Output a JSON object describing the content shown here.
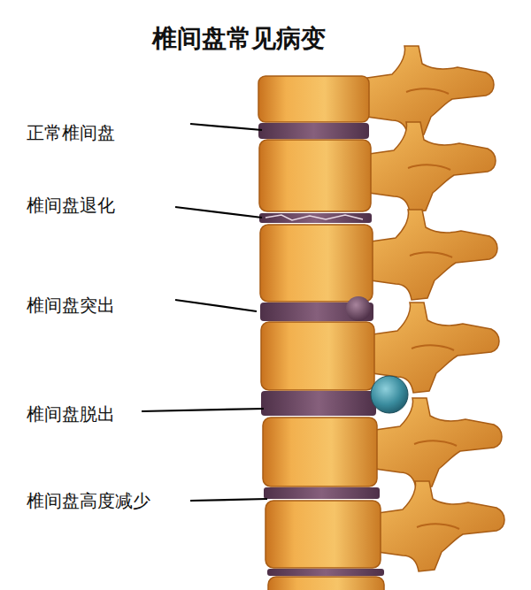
{
  "diagram": {
    "title": "椎间盘常见病变",
    "labels": [
      "正常椎间盘",
      "椎间盘退化",
      "椎间盘突出",
      "椎间盘脱出",
      "椎间盘高度减少"
    ]
  }
}
